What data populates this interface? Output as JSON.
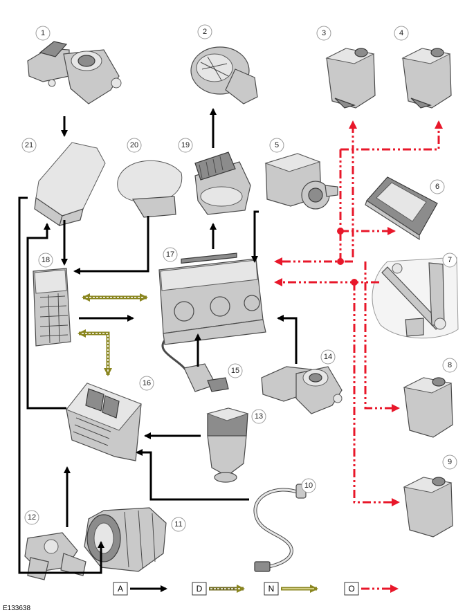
{
  "diagram": {
    "reference": "E133638",
    "components": [
      "1",
      "2",
      "3",
      "4",
      "5",
      "6",
      "7",
      "8",
      "9",
      "10",
      "11",
      "12",
      "13",
      "14",
      "15",
      "16",
      "17",
      "18",
      "19",
      "20",
      "21"
    ],
    "legend": {
      "a": "A",
      "d": "D",
      "n": "N",
      "o": "O"
    },
    "colors": {
      "a": "#000000",
      "d": "#6f6a1f",
      "n": "#8a8620",
      "o": "#e8172a"
    }
  }
}
